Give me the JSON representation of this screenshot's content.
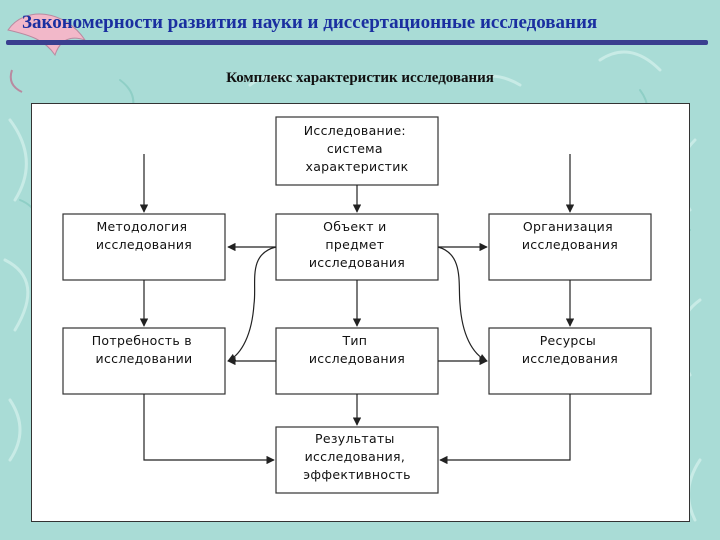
{
  "slide": {
    "title": "Закономерности развития науки и диссертационные исследования",
    "subtitle": "Комплекс характеристик исследования"
  },
  "diagram": {
    "nodes": {
      "research_system": [
        "Исследование:",
        "система",
        "характеристик"
      ],
      "methodology": [
        "Методология",
        "исследования"
      ],
      "object_subject": [
        "Объект и",
        "предмет",
        "исследования"
      ],
      "organization": [
        "Организация",
        "исследования"
      ],
      "need": [
        "Потребность в",
        "исследовании"
      ],
      "type": [
        "Тип",
        "исследования"
      ],
      "resources": [
        "Ресурсы",
        "исследования"
      ],
      "results": [
        "Результаты",
        "исследования,",
        "эффективность"
      ]
    }
  },
  "colors": {
    "background": "#a9dcd6",
    "title": "#1a2fa0",
    "underline": "#3a3f8f",
    "panel": "#ffffff",
    "stroke": "#333333"
  }
}
